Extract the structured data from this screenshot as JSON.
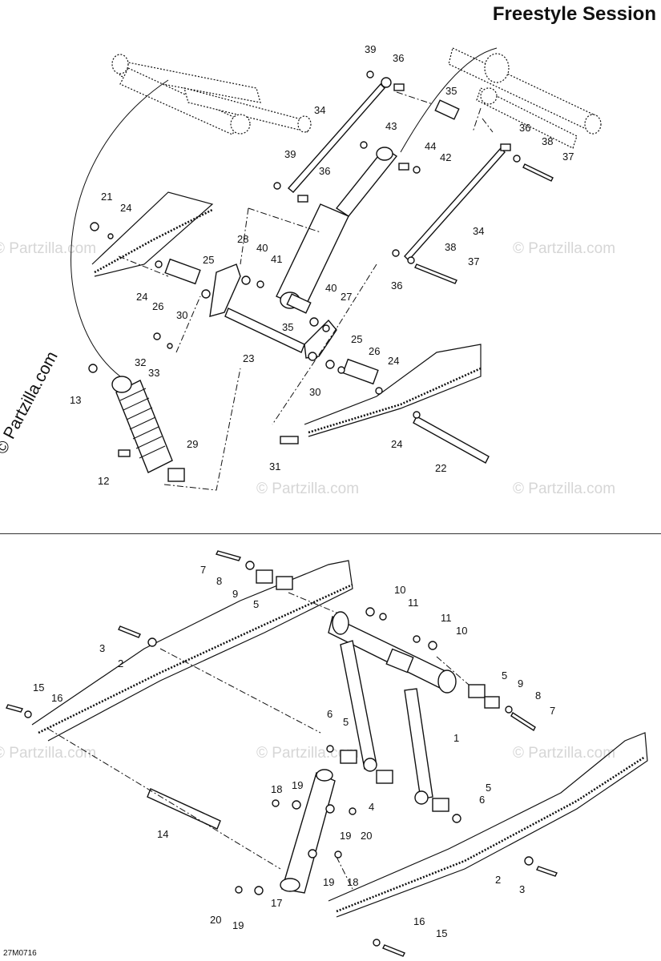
{
  "title": "Freestyle Session",
  "watermark": "© Partzilla.com",
  "copyright_vertical": "© Partzilla.com",
  "diagram_code": "27M0716",
  "watermark_positions_note": "",
  "parts_top": [
    "39",
    "36",
    "35",
    "34",
    "43",
    "44",
    "42",
    "36",
    "38",
    "37",
    "39",
    "36",
    "21",
    "24",
    "28",
    "40",
    "41",
    "34",
    "25",
    "38",
    "37",
    "36",
    "24",
    "26",
    "30",
    "40",
    "27",
    "35",
    "32",
    "33",
    "23",
    "25",
    "26",
    "24",
    "13",
    "30",
    "29",
    "24",
    "22",
    "12",
    "31"
  ],
  "parts_bottom": [
    "7",
    "8",
    "9",
    "5",
    "10",
    "11",
    "11",
    "10",
    "3",
    "2",
    "5",
    "9",
    "8",
    "7",
    "15",
    "16",
    "6",
    "5",
    "1",
    "18",
    "19",
    "5",
    "6",
    "4",
    "20",
    "19",
    "14",
    "18",
    "19",
    "2",
    "3",
    "20",
    "19",
    "17",
    "16",
    "15"
  ],
  "colors": {
    "ink": "#111111",
    "watermark": "#d6d6d6",
    "background": "#ffffff"
  }
}
